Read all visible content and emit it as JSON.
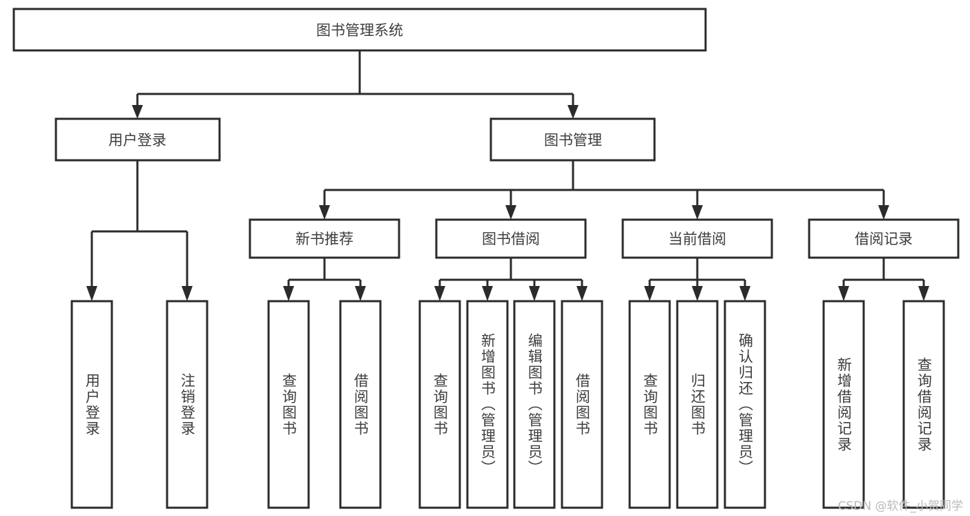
{
  "diagram": {
    "title": "图书管理系统",
    "type": "tree",
    "orientation": "top-down",
    "style": {
      "box_fill": "#ffffff",
      "box_stroke": "#2b2b2b",
      "text_color": "#3d3d3d",
      "background": "#ffffff"
    },
    "root": {
      "id": "root",
      "label": "图书管理系统",
      "text_direction": "horizontal"
    },
    "level1": [
      {
        "id": "user-login",
        "label": "用户登录",
        "text_direction": "horizontal"
      },
      {
        "id": "book-manage",
        "label": "图书管理",
        "text_direction": "horizontal"
      }
    ],
    "level2": [
      {
        "id": "new-book-recommend",
        "label": "新书推荐",
        "parent": "book-manage",
        "text_direction": "horizontal"
      },
      {
        "id": "book-borrow",
        "label": "图书借阅",
        "parent": "book-manage",
        "text_direction": "horizontal"
      },
      {
        "id": "current-borrow",
        "label": "当前借阅",
        "parent": "book-manage",
        "text_direction": "horizontal"
      },
      {
        "id": "borrow-record",
        "label": "借阅记录",
        "parent": "book-manage",
        "text_direction": "horizontal"
      }
    ],
    "leaves": [
      {
        "id": "leaf-user-login",
        "label": "用户登录",
        "parent": "user-login",
        "text_direction": "vertical"
      },
      {
        "id": "leaf-logout-login",
        "label": "注销登录",
        "parent": "user-login",
        "text_direction": "vertical"
      },
      {
        "id": "leaf-query-book-recommend",
        "label": "查询图书",
        "parent": "new-book-recommend",
        "text_direction": "vertical"
      },
      {
        "id": "leaf-borrow-book-recommend",
        "label": "借阅图书",
        "parent": "new-book-recommend",
        "text_direction": "vertical"
      },
      {
        "id": "leaf-query-book-borrow",
        "label": "查询图书",
        "parent": "book-borrow",
        "text_direction": "vertical"
      },
      {
        "id": "leaf-add-book",
        "label": "新增图书（管理员）",
        "parent": "book-borrow",
        "text_direction": "vertical"
      },
      {
        "id": "leaf-edit-book",
        "label": "编辑图书（管理员）",
        "parent": "book-borrow",
        "text_direction": "vertical"
      },
      {
        "id": "leaf-borrow-book",
        "label": "借阅图书",
        "parent": "book-borrow",
        "text_direction": "vertical"
      },
      {
        "id": "leaf-query-book-current",
        "label": "查询图书",
        "parent": "current-borrow",
        "text_direction": "vertical"
      },
      {
        "id": "leaf-return-book",
        "label": "归还图书",
        "parent": "current-borrow",
        "text_direction": "vertical"
      },
      {
        "id": "leaf-confirm-return",
        "label": "确认归还（管理员）",
        "parent": "current-borrow",
        "text_direction": "vertical"
      },
      {
        "id": "leaf-add-borrow-record",
        "label": "新增借阅记录",
        "parent": "borrow-record",
        "text_direction": "vertical"
      },
      {
        "id": "leaf-query-borrow-record",
        "label": "查询借阅记录",
        "parent": "borrow-record",
        "text_direction": "vertical"
      }
    ]
  },
  "watermark": {
    "text": "CSDN @软件_小贺同学"
  }
}
